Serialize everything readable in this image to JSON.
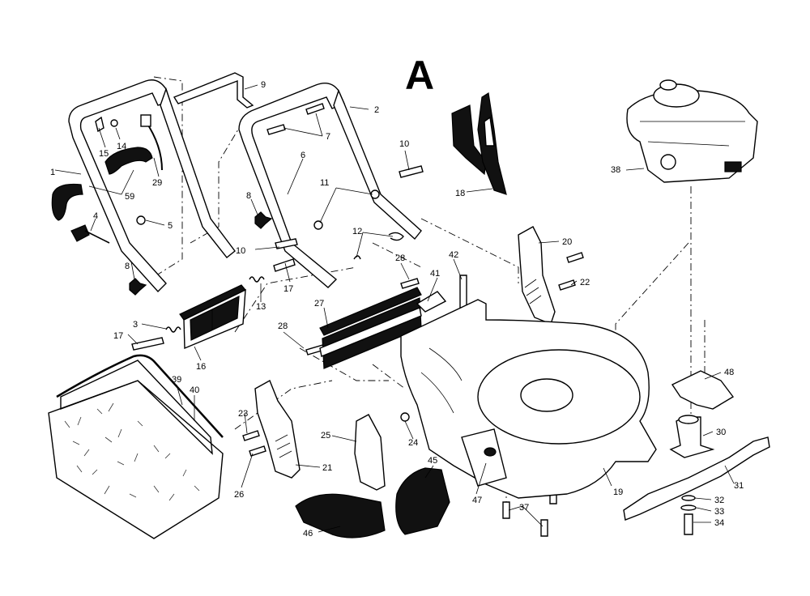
{
  "title": "A",
  "callouts": [
    "1",
    "2",
    "3",
    "4",
    "5",
    "6",
    "7",
    "8",
    "8",
    "9",
    "10",
    "10",
    "11",
    "12",
    "13",
    "14",
    "15",
    "16",
    "17",
    "17",
    "18",
    "19",
    "20",
    "21",
    "22",
    "23",
    "24",
    "25",
    "26",
    "27",
    "28",
    "28",
    "29",
    "30",
    "31",
    "32",
    "33",
    "34",
    "37",
    "38",
    "39",
    "40",
    "41",
    "42",
    "45",
    "46",
    "47",
    "48",
    "59"
  ]
}
